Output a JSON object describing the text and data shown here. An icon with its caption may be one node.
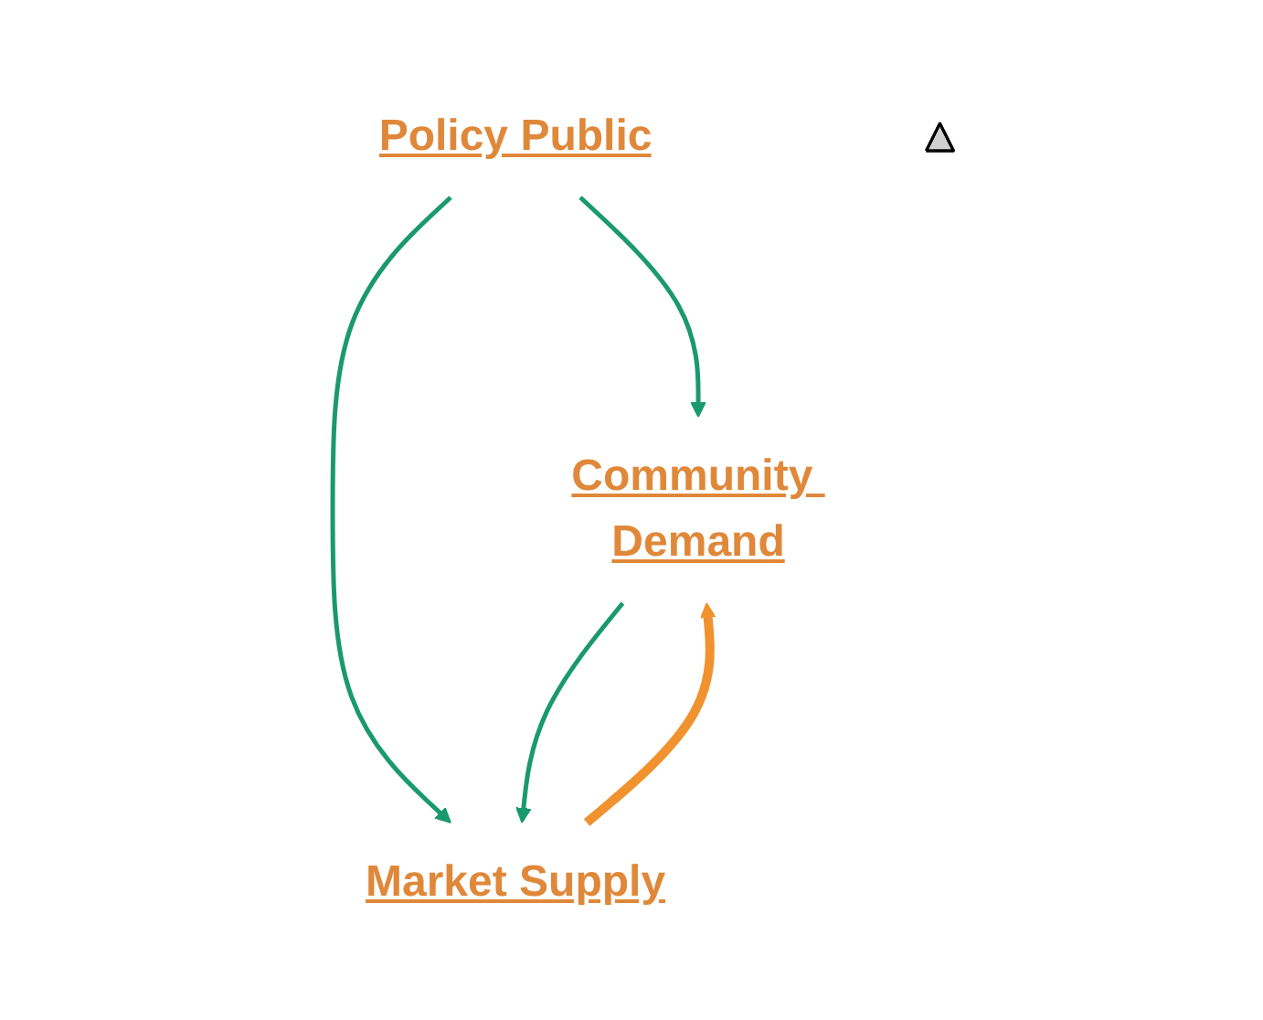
{
  "diagram": {
    "nodes": [
      {
        "text": [
          "Policy Public"
        ]
      },
      {
        "text": [],
        "shape": "triangle"
      },
      {
        "text": [
          "Community Demand"
        ]
      },
      {
        "text": [
          "Market Supply"
        ]
      }
    ],
    "edges": [
      {
        "from": 0,
        "to": 2,
        "arrow": "to"
      },
      {
        "from": 0,
        "to": 3,
        "arrow": "to"
      },
      {
        "from": 2,
        "to": 3,
        "arrow": "to"
      },
      {
        "from": 3,
        "to": 2,
        "arrow": "to",
        "style": "thick",
        "color": "#f0922e"
      }
    ]
  }
}
